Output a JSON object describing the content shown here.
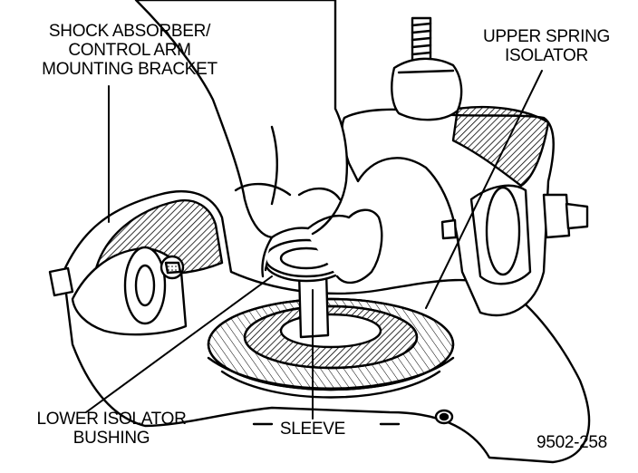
{
  "figure_id": "9502-258",
  "callouts": {
    "shock_bracket": [
      "SHOCK ABSORBER/",
      "CONTROL ARM",
      "MOUNTING BRACKET"
    ],
    "upper_isolator": [
      "UPPER SPRING",
      "ISOLATOR"
    ],
    "lower_bushing": [
      "LOWER ISOLATOR",
      "BUSHING"
    ],
    "sleeve": "SLEEVE"
  }
}
